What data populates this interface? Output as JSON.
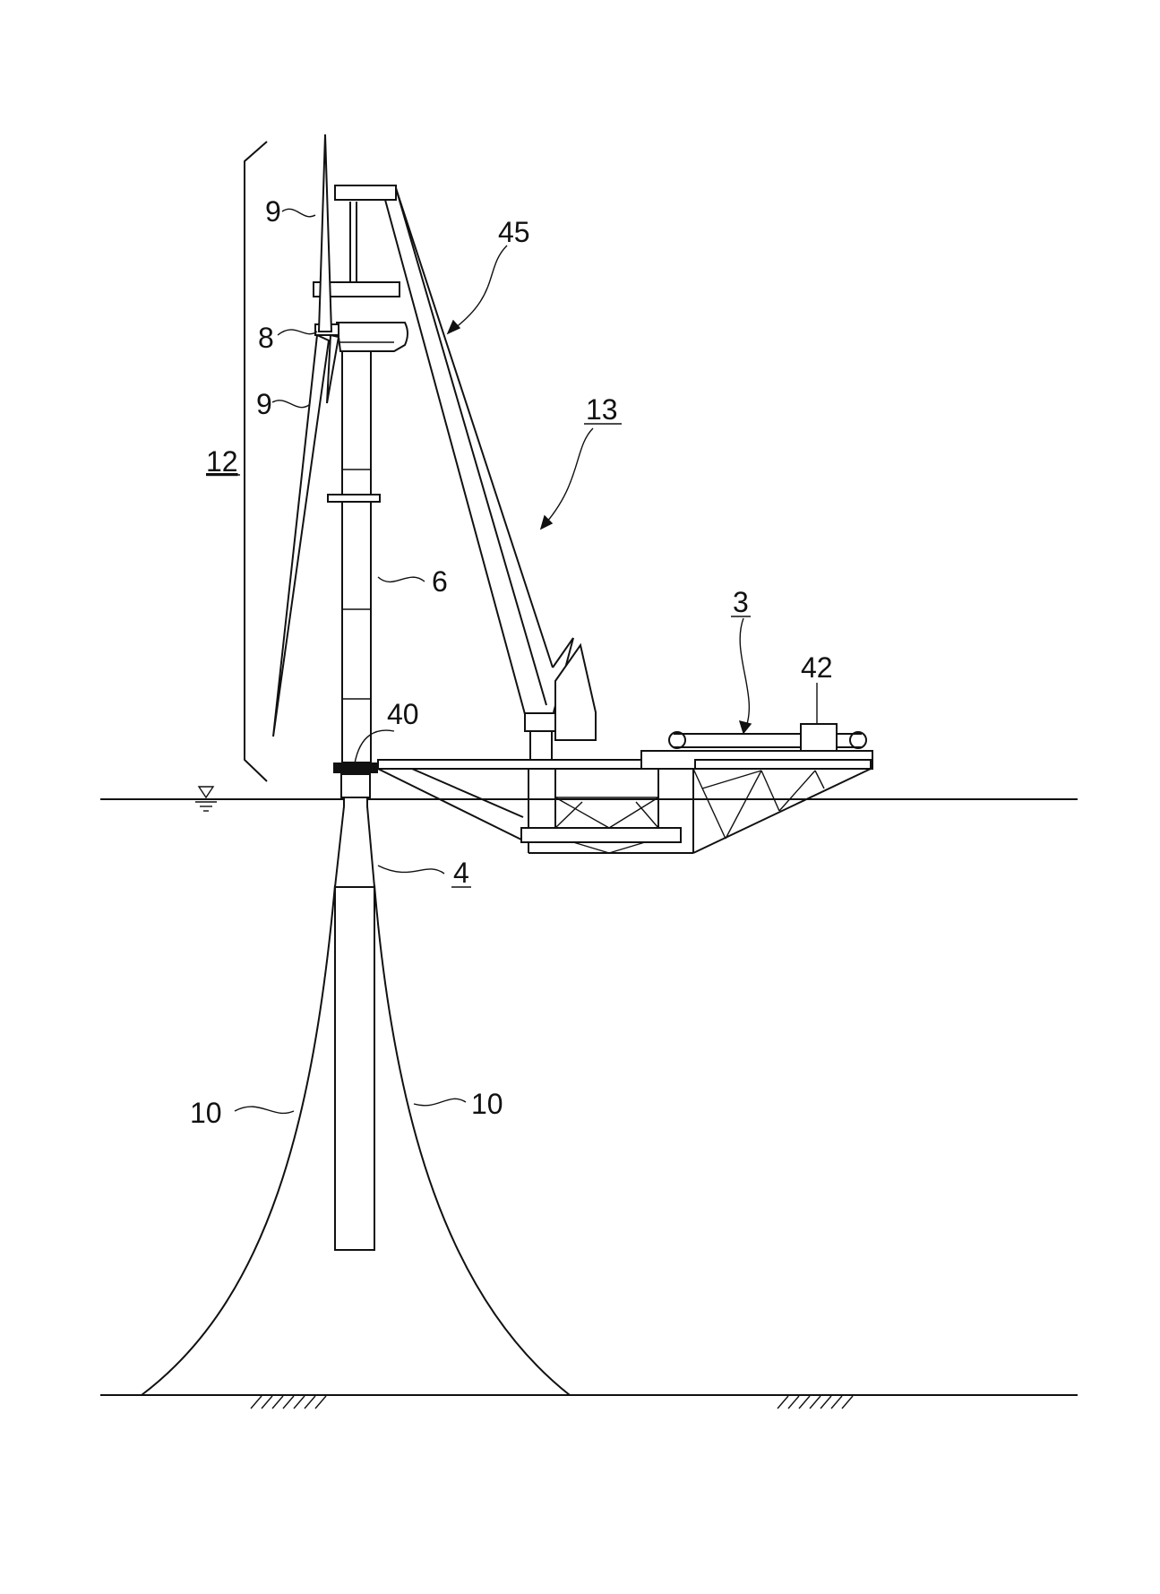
{
  "labels": {
    "blade_upper": "9",
    "blade_lower": "9",
    "nacelle": "8",
    "tower": "6",
    "turbine_assembly": "12",
    "support_column": "4",
    "mooring_left": "10",
    "mooring_right": "10",
    "crane": "13",
    "crane_stays": "45",
    "barge": "3",
    "winch": "42",
    "coupling": "40"
  },
  "underlined_labels": [
    "12",
    "13",
    "3",
    "4"
  ],
  "icons": {
    "water_level": "water-level-triangle-icon",
    "seabed": "seabed-hatch-icon"
  }
}
